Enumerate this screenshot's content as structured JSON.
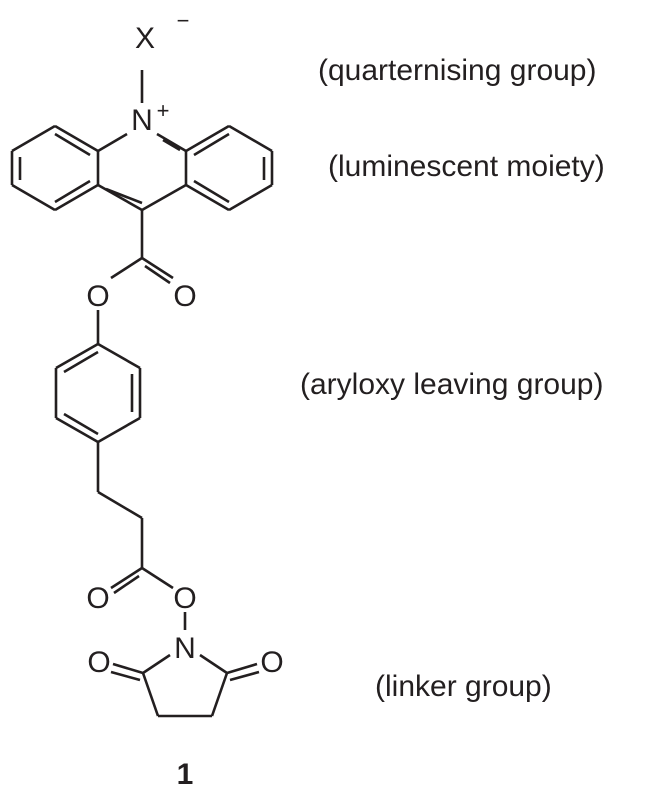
{
  "structure": {
    "counterion": {
      "symbol": "X",
      "charge": "−"
    },
    "ring_nitrogen": {
      "symbol": "N",
      "charge": "+"
    },
    "ester_ring_oxygen": "O",
    "ester_carbonyl_oxygen": "O",
    "linker_carbonyl_oxygen": "O",
    "linker_ester_oxygen": "O",
    "imide_nitrogen": "N",
    "imide_left_oxygen": "O",
    "imide_right_oxygen": "O"
  },
  "annotations": {
    "quaternising": "(quarternising group)",
    "luminescent": "(luminescent moiety)",
    "leaving": "(aryloxy leaving group)",
    "linker": "(linker group)"
  },
  "compound_number": "1"
}
